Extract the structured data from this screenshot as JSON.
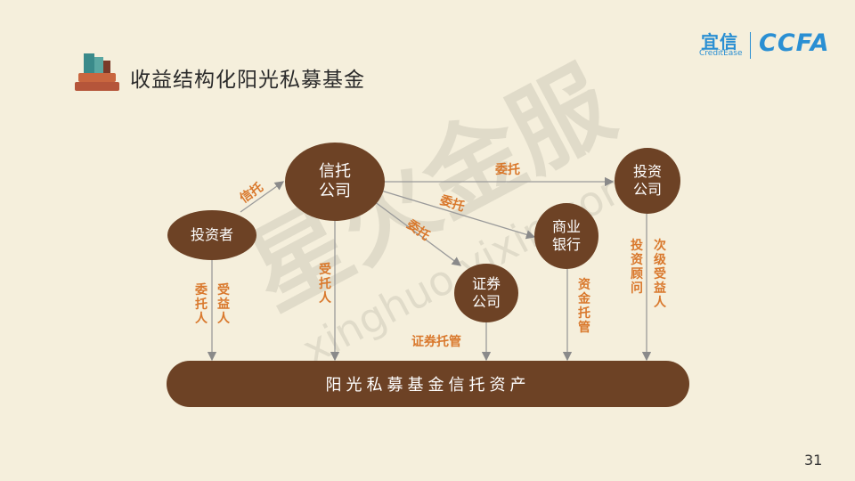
{
  "title": "收益结构化阳光私募基金",
  "logo": {
    "cn": "宜信",
    "en": "CreditEase",
    "ccfa": "CCFA"
  },
  "watermark": {
    "cn": "星火金服",
    "en": "xinghuo.yixin.com"
  },
  "nodes": {
    "investor": "投资者",
    "trust": "信托\n公司",
    "advisor": "投资\n公司",
    "bank": "商业\n银行",
    "securities": "证券\n公司"
  },
  "edges": {
    "investor_trust": "信托",
    "trust_advisor": "委托",
    "trust_bank": "委托",
    "trust_securities": "委托",
    "investor_down_1": "委托人",
    "investor_down_2": "受益人",
    "trust_down": "受托人",
    "securities_down": "证券托管",
    "bank_down": "资金托管",
    "advisor_down_1": "投资顾问",
    "advisor_down_2": "次级受益人"
  },
  "bottom_bar": "阳光私募基金信托资产",
  "page_number": "31",
  "colors": {
    "node": "#6d4225",
    "label": "#d9782c",
    "background": "#f5efdc",
    "brand": "#2a8fd3"
  }
}
